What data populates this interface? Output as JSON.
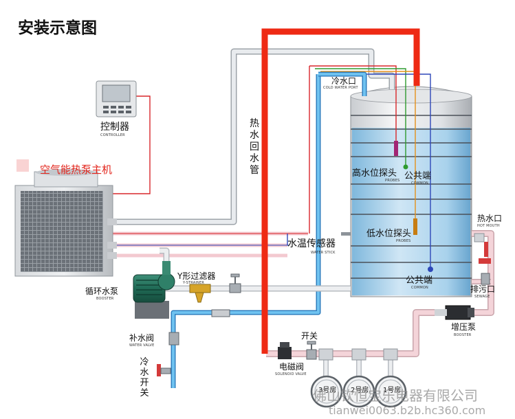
{
  "title": "安装示意图",
  "labels": {
    "controller": {
      "cn": "控制器",
      "en": "CONTROLLER"
    },
    "heat_pump": {
      "cn": "空气能热泵主机"
    },
    "hot_return": {
      "cn": "热水回水管"
    },
    "cold_port": {
      "cn": "冷水口",
      "en": "COLD WATER PORT"
    },
    "high_probe": {
      "cn": "高水位探头",
      "en": "PROBES"
    },
    "common_top": {
      "cn": "公共端",
      "en": "COMMON"
    },
    "low_probe": {
      "cn": "低水位探头",
      "en": "PROBES"
    },
    "common_bottom": {
      "cn": "公共端",
      "en": "COMMON"
    },
    "temp_sensor": {
      "cn": "水温传感器",
      "en": "WATER STICK"
    },
    "hot_port": {
      "cn": "热水口",
      "en": "HOT MOUTH"
    },
    "sewage": {
      "cn": "排污口",
      "en": "SEWAGE"
    },
    "booster": {
      "cn": "增压泵",
      "en": "BOOSTER"
    },
    "circ_pump": {
      "cn": "循环水泵",
      "en": "BOOSTER"
    },
    "y_strainer": {
      "cn": "Y形过滤器",
      "en": "Y-STRAINER"
    },
    "refill_valve": {
      "cn": "补水阀",
      "en": "WATER VALVE"
    },
    "cold_switch": {
      "cn": "冷水开关"
    },
    "solenoid": {
      "cn": "电磁阀",
      "en": "SOLENOID VALVE"
    },
    "switch": {
      "cn": "开关"
    }
  },
  "rooms": [
    "3号房",
    "2号房",
    "1号房"
  ],
  "watermark": {
    "company": "佛山钦恒宝乐电器有限公司",
    "url": "tianwei0063.b2b.hc360.com"
  },
  "colors": {
    "hot_pipe": "#ee2a14",
    "cold_pipe": "#3aa0e0",
    "pink_pipe": "#f2c4cc",
    "gray_pipe": "#d4d8de",
    "tank_water": "#a8d4ee",
    "wire_red": "#d8262a",
    "wire_blue": "#2d47b8"
  }
}
